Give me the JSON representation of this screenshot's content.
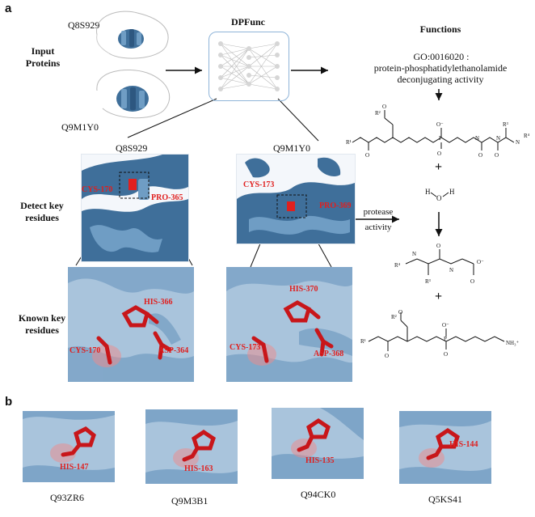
{
  "panel_a": {
    "letter": "a",
    "input_proteins_label": "Input\nProteins",
    "protein_1": "Q8S929",
    "protein_2": "Q9M1Y0",
    "model_name": "DPFunc",
    "functions_title": "Functions",
    "go_term": "GO:0016020 :",
    "go_desc_line1": "protein-phosphatidylethanolamide",
    "go_desc_line2": "deconjugating activity",
    "detect_label": "Detect key\nresidues",
    "known_label": "Known key\nresidues",
    "protease_label_1": "protease",
    "protease_label_2": "activity",
    "detect_left": {
      "title": "Q8S929",
      "res1": "CYS-170",
      "res2": "PRO-365"
    },
    "detect_right": {
      "title": "Q9M1Y0",
      "res1": "CYS-173",
      "res2": "PRO-369"
    },
    "known_left": {
      "res1": "HIS-366",
      "res2": "CYS-170",
      "res3": "ASP-364"
    },
    "known_right": {
      "res1": "HIS-370",
      "res2": "CYS-173",
      "res3": "ASP-368"
    },
    "plus_1": "+",
    "plus_2": "+"
  },
  "panel_b": {
    "letter": "b",
    "items": [
      {
        "residue": "HIS-147",
        "protein": "Q93ZR6"
      },
      {
        "residue": "HIS-163",
        "protein": "Q9M3B1"
      },
      {
        "residue": "HIS-135",
        "protein": "Q94CK0"
      },
      {
        "residue": "HIS-144",
        "protein": "Q5KS41"
      }
    ]
  },
  "colors": {
    "protein_blue": "#3f6f9a",
    "residue_red": "#e0201f",
    "box_border": "#8fb4d8"
  }
}
